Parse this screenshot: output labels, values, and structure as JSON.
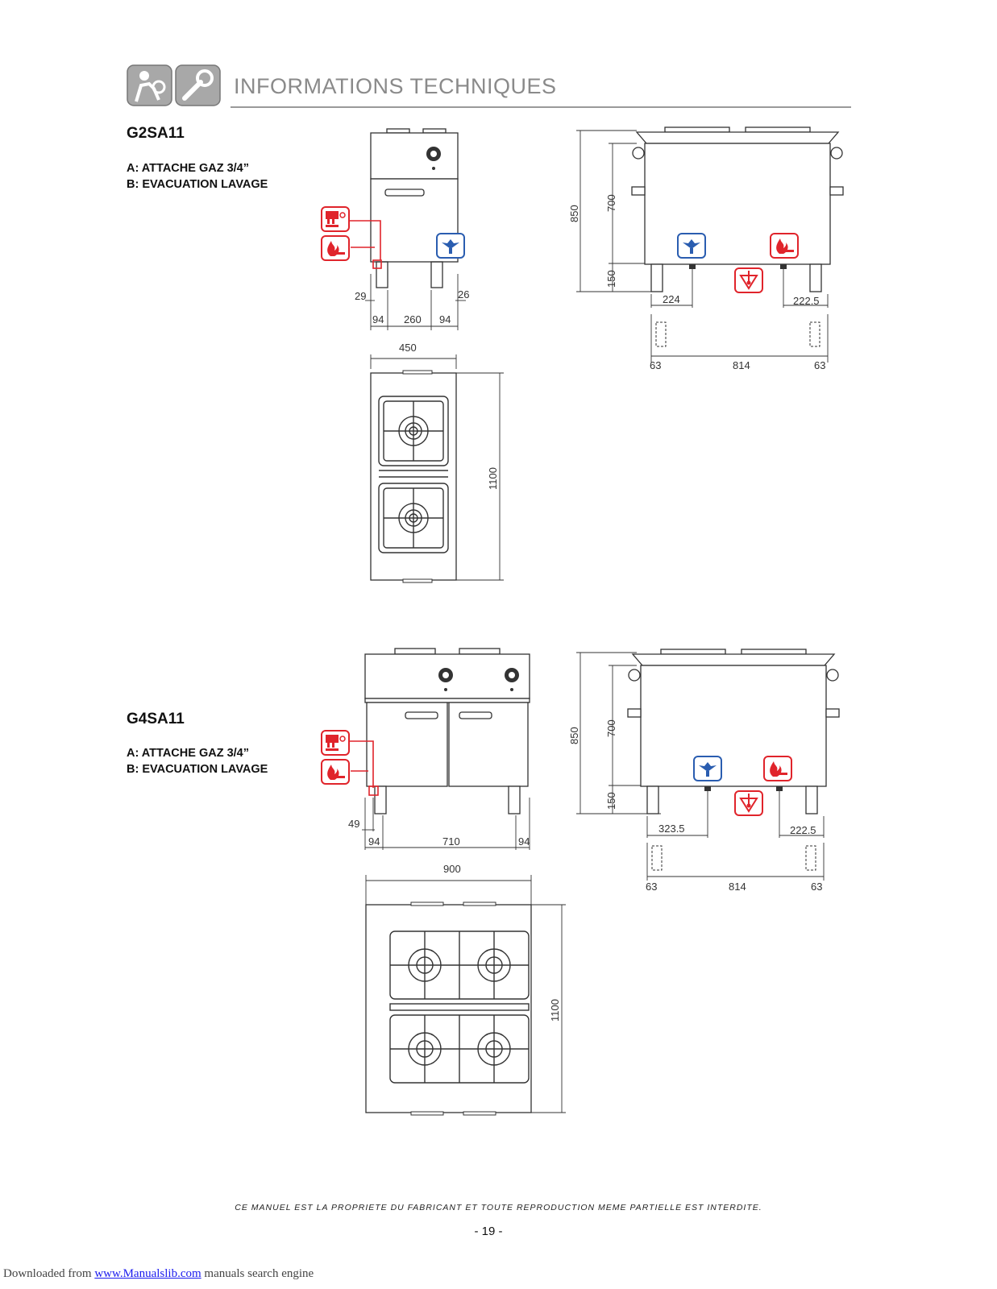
{
  "header": {
    "title": "INFORMATIONS TECHNIQUES"
  },
  "models": [
    {
      "name": "G2SA11",
      "legend_a": "A: ATTACHE GAZ 3/4”",
      "legend_b": "B: EVACUATION LAVAGE",
      "front_dims": {
        "left_off": "29",
        "right_off": "26",
        "w1": "94",
        "w2": "260",
        "w3": "94"
      },
      "top_dims": {
        "width": "450",
        "depth": "1100"
      },
      "side_dims": {
        "height": "850",
        "body": "700",
        "legs": "150",
        "drain": "224",
        "gas": "222.5",
        "f1": "63",
        "f2": "814",
        "f3": "63"
      }
    },
    {
      "name": "G4SA11",
      "legend_a": "A: ATTACHE GAZ 3/4”",
      "legend_b": "B: EVACUATION LAVAGE",
      "front_dims": {
        "left_off": "49",
        "w1": "94",
        "w2": "710",
        "w3": "94"
      },
      "top_dims": {
        "width": "900",
        "depth": "1100"
      },
      "side_dims": {
        "height": "850",
        "body": "700",
        "legs": "150",
        "drain": "323.5",
        "gas": "222.5",
        "f1": "63",
        "f2": "814",
        "f3": "63"
      }
    }
  ],
  "icons": {
    "header_left": "technician-icon",
    "header_right": "wrench-icon",
    "gas": "gas-connection-icon",
    "burner": "flame-icon",
    "water": "water-drain-icon",
    "drain": "drain-icon",
    "red": "#e0242b",
    "blue": "#2a5db0"
  },
  "footer": {
    "note": "CE MANUEL EST LA PROPRIETE DU FABRICANT ET TOUTE REPRODUCTION MEME PARTIELLE EST INTERDITE.",
    "page": "- 19 -",
    "download_prefix": "Downloaded from ",
    "download_link": "www.Manualslib.com",
    "download_suffix": " manuals search engine"
  }
}
